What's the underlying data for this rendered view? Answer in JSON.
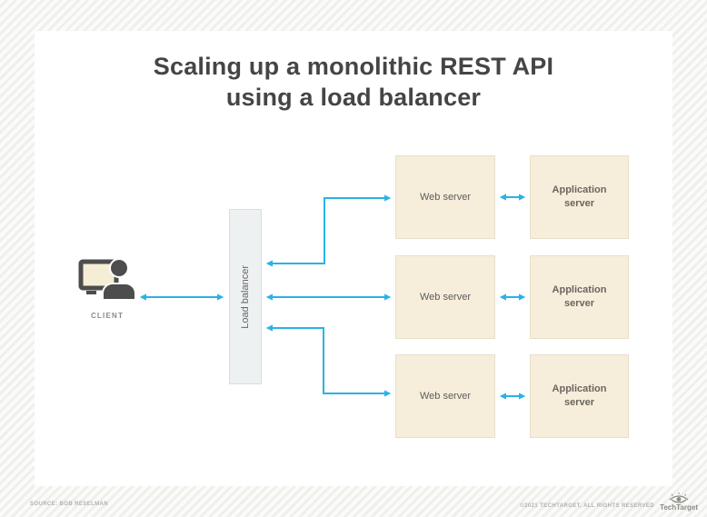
{
  "title": {
    "line1": "Scaling up a monolithic REST API",
    "line2": "using a load balancer"
  },
  "client": {
    "label": "CLIENT"
  },
  "load_balancer": {
    "label": "Load balancer"
  },
  "web_servers": [
    {
      "label": "Web server"
    },
    {
      "label": "Web server"
    },
    {
      "label": "Web server"
    }
  ],
  "app_servers": [
    {
      "label": "Application server"
    },
    {
      "label": "Application server"
    },
    {
      "label": "Application server"
    }
  ],
  "footer": {
    "source": "SOURCE: BOB RESELMAN",
    "copyright": "©2021 TECHTARGET, ALL RIGHTS RESERVED",
    "brand": "TechTarget"
  },
  "colors": {
    "arrow": "#29b2e8",
    "box-fill": "#f6eeda",
    "box-border": "#e7dfc9",
    "lb-fill": "#eef1f1",
    "lb-border": "#d9dedd",
    "title-color": "#454545",
    "label-gray": "#5c5c5c",
    "icon-dark": "#4d4d4d",
    "screen-cream": "#f5edd6",
    "footer-gray": "#b3b1ad"
  }
}
